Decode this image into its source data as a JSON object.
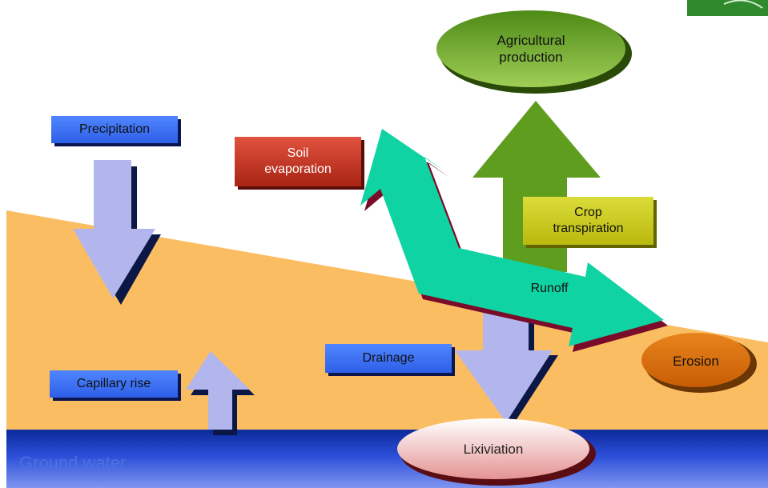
{
  "labels": {
    "agricultural_production": "Agricultural\nproduction",
    "precipitation": "Precipitation",
    "soil_evaporation": "Soil\nevaporation",
    "crop_transpiration": "Crop\ntranspiration",
    "runoff": "Runoff",
    "drainage": "Drainage",
    "erosion": "Erosion",
    "capillary_rise": "Capillary rise",
    "lixiviation": "Lixiviation",
    "ground_water": "Ground water"
  },
  "colors": {
    "soil": "#fbbd62",
    "ground_water": "#1d36a8",
    "process_arrow": "#b3b6ec",
    "runoff_arrow": "#0fd3a2",
    "crop_arrow": "#5f9d1f",
    "agri_ellipse": "#6aa32a",
    "erosion_ellipse": "#e17a0f",
    "lixiviation_ellipse": "#f2bdbd",
    "label_blue": "#3a6cf7",
    "label_red": "#c43a28",
    "label_yellow": "#c9c91e"
  }
}
